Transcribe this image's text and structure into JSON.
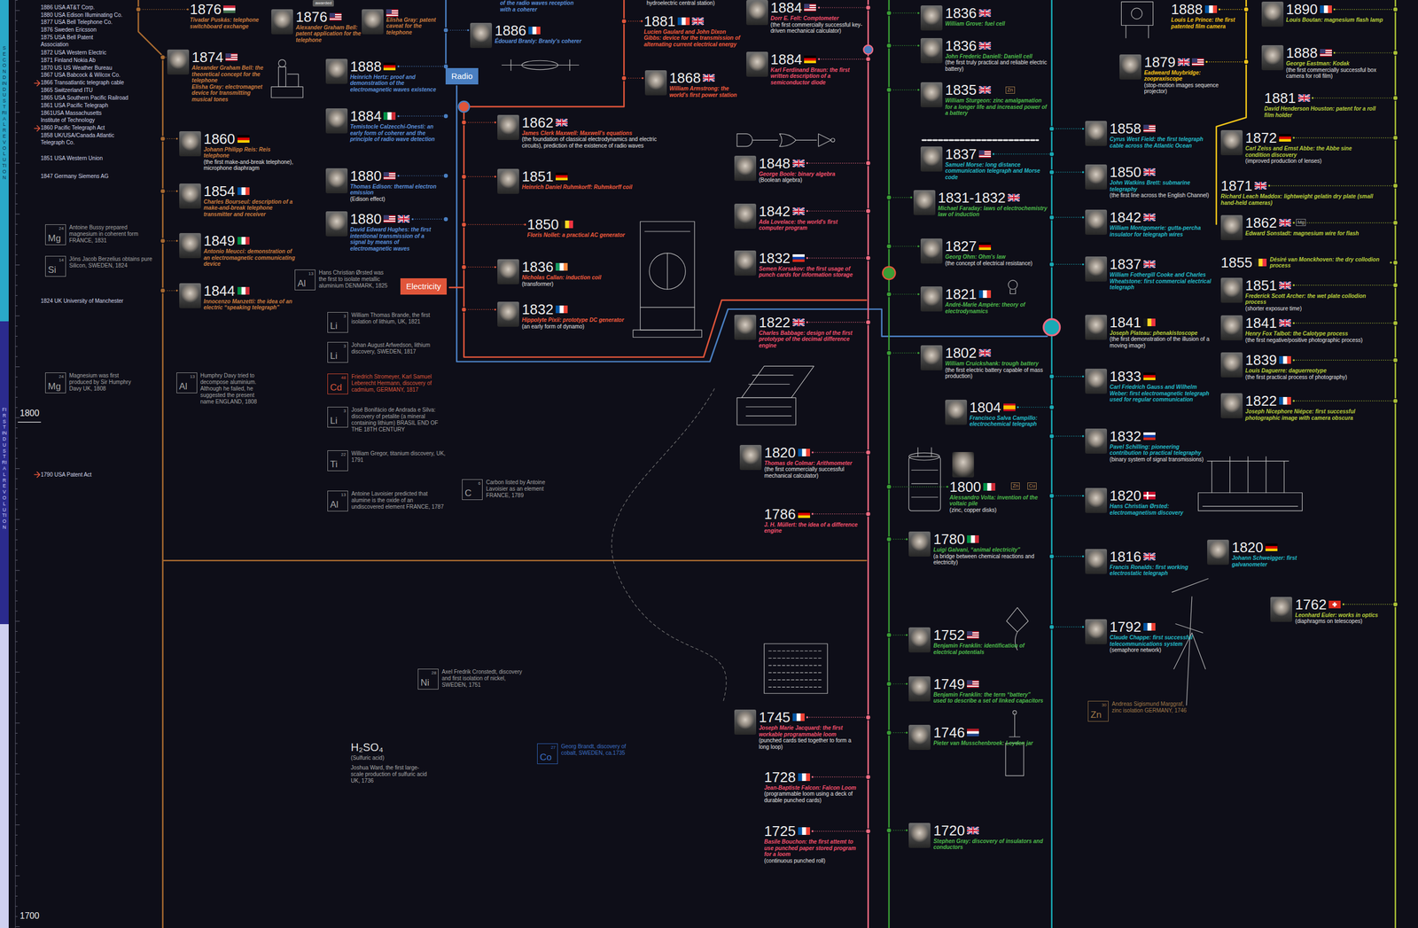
{
  "diagram": {
    "nodes": [
      {
        "text": [
          "Radio"
        ]
      },
      {
        "text": [
          "Electricity"
        ]
      },
      {
        "text": [
          "1876",
          "Tivadar Puskás: telephone switchboard exchange"
        ]
      },
      {
        "text": [
          "1876",
          "Alexander Graham Bell: patent application for the telephone"
        ]
      },
      {
        "text": [
          "Elisha Gray: patent caveat for the telephone"
        ]
      },
      {
        "text": [
          "1874",
          "Alexander Graham Bell: the theoretical concept for the telephone",
          "Elisha Gray: electromagnet device for transmitting musical tones"
        ]
      },
      {
        "text": [
          "1860",
          "Johann Philipp Reis: Reis telephone",
          "(the first make-and-break telephone), microphone diaphragm"
        ]
      },
      {
        "text": [
          "1854",
          "Charles Bourseul: description of a make-and-break telephone transmitter and receiver"
        ]
      },
      {
        "text": [
          "1849",
          "Antonio Meucci: demonstration of an electromagnetic communicating device"
        ]
      },
      {
        "text": [
          "1844",
          "Innocenzo Manzetti: the idea of an electric “speaking telegraph”"
        ]
      },
      {
        "text": [
          "1888",
          "Heinrich Hertz: proof and demonstration of the electromagnetic waves existence"
        ]
      },
      {
        "text": [
          "1884",
          "Temistocle Calzecchi-Onesti: an early form of coherer and the principle of radio wave detection"
        ]
      },
      {
        "text": [
          "1880",
          "Thomas Edison: thermal electron emission",
          "(Edison effect)"
        ]
      },
      {
        "text": [
          "1880",
          "David Edward Hughes: the first intentional transmission of a signal by means of electromagnetic waves"
        ]
      },
      {
        "text": [
          "1886",
          "Édouard Branly: Branly's coherer"
        ]
      },
      {
        "text": [
          "1881",
          "Lucien Gaulard and John Dixon Gibbs: device for the transmission of alternating current electrical energy"
        ]
      },
      {
        "text": [
          "1868",
          "William Armstrong: the world's first power station"
        ]
      },
      {
        "text": [
          "1862",
          "James Clerk Maxwell: Maxwell's equations",
          "(the foundation of classical electrodynamics and electric circuits), prediction of the existence of radio waves"
        ]
      },
      {
        "text": [
          "1851",
          "Heinrich Daniel Ruhmkorff: Ruhmkorff coil"
        ]
      },
      {
        "text": [
          "1850",
          "Floris Nollet: a practical AC generator"
        ]
      },
      {
        "text": [
          "1836",
          "Nicholas Callan: induction coil",
          "(transformer)"
        ]
      },
      {
        "text": [
          "1832",
          "Hippolyte Pixii: prototype DC generator",
          "(an early form of dynamo)"
        ]
      },
      {
        "text": [
          "1884",
          "Dorr E. Felt: Comptometer",
          "(the first commercially successful key-driven mechanical calculator)"
        ]
      },
      {
        "text": [
          "1884",
          "Karl Ferdinand Braun: the first written description of a semiconductor diode"
        ]
      },
      {
        "text": [
          "1848",
          "George Boole: binary algebra",
          "(Boolean algebra)"
        ]
      },
      {
        "text": [
          "1842",
          "Ada Lovelace: the world's first computer program"
        ]
      },
      {
        "text": [
          "1832",
          "Semen Korsakov: the first usage of punch cards for information storage"
        ]
      },
      {
        "text": [
          "1822",
          "Charles Babbage: design of the first prototype of the decimal difference engine"
        ]
      },
      {
        "text": [
          "1820",
          "Thomas de Colmar: Arithmometer",
          "(the first commercially successful mechanical calculator)"
        ]
      },
      {
        "text": [
          "1786",
          "J. H. Müllert: the idea of a difference engine"
        ]
      },
      {
        "text": [
          "1745",
          "Joseph Marie Jacquard: the first workable programmable loom",
          "(punched cards tied together to form a long loop)"
        ]
      },
      {
        "text": [
          "1728",
          "Jean-Baptiste Falcon: Falcon Loom",
          "(programmable loom using a deck of durable punched cards)"
        ]
      },
      {
        "text": [
          "1725",
          "Basile Bouchon: the first attemt to use punched paper stored program for a loom",
          "(continuous punched roll)"
        ]
      },
      {
        "text": [
          "1836",
          "William Grove: fuel cell"
        ]
      },
      {
        "text": [
          "1836",
          "John Frederic Daniell: Daniell cell",
          "(the first truly practical and reliable electric battery)"
        ]
      },
      {
        "text": [
          "1835",
          "William Sturgeon: zinc amalgamation for a longer life and increased power of a battery"
        ]
      },
      {
        "text": [
          "1837",
          "Samuel Morse: long distance communication telegraph and Morse code"
        ]
      },
      {
        "text": [
          "1831-1832",
          "Michael Faraday: laws of electrochemistry law of induction"
        ]
      },
      {
        "text": [
          "1827",
          "Georg Ohm: Ohm's law",
          "(the concept of electrical resistance)"
        ]
      },
      {
        "text": [
          "1821",
          "André-Marie Ampère: theory of electrodynamics"
        ]
      },
      {
        "text": [
          "1802",
          "William Cruickshank: trough battery",
          "(the first electric battery capable of mass production)"
        ]
      },
      {
        "text": [
          "1804",
          "Francisco Salva Campillo: electrochemical telegraph"
        ]
      },
      {
        "text": [
          "1800",
          "Alessandro Volta: invention of the voltaic pile",
          "(zinc, copper disks)"
        ]
      },
      {
        "text": [
          "1780",
          "Luigi Galvani, “animal electricity”",
          "(a bridge between chemical reactions and electricity)"
        ]
      },
      {
        "text": [
          "1752",
          "Benjamin Franklin: identification of electrical potentials"
        ]
      },
      {
        "text": [
          "1749",
          "Benjamin Franklin: the term “battery” used to describe a set of linked capacitors"
        ]
      },
      {
        "text": [
          "1746",
          "Pieter van Musschenbroek: Leyden jar"
        ]
      },
      {
        "text": [
          "1720",
          "Stephen Gray: discovery of insulators and conductors"
        ]
      },
      {
        "text": [
          "1858",
          "Cyrus West Field: the first telegraph cable across the Atlantic Ocean"
        ]
      },
      {
        "text": [
          "1850",
          "John Watkins Brett: submarine telegraphy",
          "(the first line across the English Channel)"
        ]
      },
      {
        "text": [
          "1842",
          "William Montgomerie: gutta-percha insulator for telegraph wires"
        ]
      },
      {
        "text": [
          "1837",
          "William Fothergill Cooke and Charles Wheatstone: first commercial electrical telegraph"
        ]
      },
      {
        "text": [
          "1841",
          "Joseph Plateau: phenakistoscope",
          "(the first demonstration of the illusion of a moving image)"
        ]
      },
      {
        "text": [
          "1833",
          "Carl Friedrich Gauss and Wilhelm Weber: first electromagnetic telegraph used for regular communication"
        ]
      },
      {
        "text": [
          "1832",
          "Pavel Schilling: pioneering contribution to practical telegraphy",
          "(binary system of signal transmissions)"
        ]
      },
      {
        "text": [
          "1820",
          "Hans Christian Ørsted: electromagnetism discovery"
        ]
      },
      {
        "text": [
          "1816",
          "Francis Ronalds: first working electrostatic telegraph"
        ]
      },
      {
        "text": [
          "1792",
          "Claude Chappe: first successful telecommunications system",
          "(semaphore network)"
        ]
      },
      {
        "text": [
          "1888",
          "Louis Le Prince: the first patented film camera"
        ]
      },
      {
        "text": [
          "1879",
          "Eadweard Muybridge: zoopraxiscope",
          "(stop-motion images sequence projector)"
        ]
      },
      {
        "text": [
          "1890",
          "Louis Boutan: magnesium flash lamp"
        ]
      },
      {
        "text": [
          "1888",
          "George Eastman: Kodak",
          "(the first commercially successful box camera for roll film)"
        ]
      },
      {
        "text": [
          "1881",
          "David Henderson Houston: patent for a roll film holder"
        ]
      },
      {
        "text": [
          "1872",
          "Carl Zeiss and Ernst Abbe: the Abbe sine condition discovery",
          "(improved production of lenses)"
        ]
      },
      {
        "text": [
          "1871",
          "Richard Leach Maddox: lightweight gelatin dry plate (small hand-held cameras)"
        ]
      },
      {
        "text": [
          "1862",
          "Edward Sonstadt: magnesium wire for flash"
        ]
      },
      {
        "text": [
          "1855",
          "Désiré van Monckhoven: the dry collodion process"
        ]
      },
      {
        "text": [
          "1851",
          "Frederick Scott Archer: the wet plate collodion process",
          "(shorter exposure time)"
        ]
      },
      {
        "text": [
          "1841",
          "Henry Fox Talbot: the Calotype process",
          "(the first negative/positive photographic process)"
        ]
      },
      {
        "text": [
          "1839",
          "Louis Daguerre: daguerreotype",
          "(the first practical process of photography)"
        ]
      },
      {
        "text": [
          "1822",
          "Joseph Nicephore Niépce: first successful photographic image with camera obscura"
        ]
      },
      {
        "text": [
          "1820",
          "Johann Schweigger: first galvanometer"
        ]
      },
      {
        "text": [
          "1762",
          "Leonhard Euler: works in optics",
          "(diaphragms on telescopes)"
        ]
      },
      {
        "text": [
          "24",
          "Mg",
          "Antoine Bussy prepared magnesium in coherent form FRANCE, 1831"
        ]
      },
      {
        "text": [
          "14",
          "Si",
          "Jöns Jacob Berzelius obtains pure Silicon, SWEDEN, 1824"
        ]
      },
      {
        "text": [
          "24",
          "Mg",
          "Magnesium was first produced by Sir Humphry Davy UK, 1808"
        ]
      },
      {
        "text": [
          "13",
          "Al",
          "Humphry Davy tried to decompose aluminium. Although he failed, he suggested the present name ENGLAND, 1808"
        ]
      },
      {
        "text": [
          "13",
          "Al",
          "Hans Christian Ørsted was the first to isolate metallic aluminium DENMARK, 1825"
        ]
      },
      {
        "text": [
          "3",
          "Li",
          "William Thomas Brande, the first isolation of lithium, UK, 1821"
        ]
      },
      {
        "text": [
          "3",
          "Li",
          "Johan August Arfwedson, lithium discovery, SWEDEN, 1817"
        ]
      },
      {
        "text": [
          "48",
          "Cd",
          "Friedrich Stromeyer, Karl Samuel Leberecht Hermann, discovery of cadmium, GERMANY, 1817"
        ]
      },
      {
        "text": [
          "3",
          "Li",
          "José Bonifácio de Andrada e Silva: discovery of petalite (a mineral containing lithium) BRASIL END OF THE 18TH CENTURY"
        ]
      },
      {
        "text": [
          "22",
          "Ti",
          "William Gregor, titanium discovery, UK, 1791"
        ]
      },
      {
        "text": [
          "13",
          "Al",
          "Antoine Lavoisier predicted that alumine is the oxide of an undiscovered element FRANCE, 1787"
        ]
      },
      {
        "text": [
          "6",
          "C",
          "Carbon listed by Antoine Lavoisier as an element FRANCE, 1789"
        ]
      },
      {
        "text": [
          "28",
          "Ni",
          "Axel Fredrik Cronstedt, discovery and first isolation of nickel, SWEDEN, 1751"
        ]
      },
      {
        "text": [
          "27",
          "Co",
          "Georg Brandt, discovery of cobalt, SWEDEN, ca.1735"
        ]
      },
      {
        "text": [
          "30",
          "Zn",
          "Andreas Sigismund Marggraf, zinc isolation GERMANY, 1746"
        ]
      }
    ],
    "labels": [
      "1886 USA AT&T Corp.",
      "1880 USA Edison Illuminating Co.",
      "1877 USA Bell Telephone Co.",
      "1876 Sweden Ericsson",
      "1875 USA Bell Patent Association",
      "1872 USA Western Electric",
      "1871 Finland Nokia Ab",
      "1870 US US Weather Bureau",
      "1867 USA Babcock & Wilcox Co.",
      "1866 Transatlantic telegraph cable",
      "1865 Switzerland ITU",
      "1865 USA Southern Pacific Railroad",
      "1861 USA Pacific Telegraph",
      "1861USA Massachusetts Institute of Technology",
      "1860 Pacific Telegraph Act",
      "1858 UK/USA/Canada Atlantic Telegraph Co.",
      "1851 USA Western Union",
      "1847 Germany Siemens AG",
      "1824 UK University of Manchester",
      "1790 USA Patent Act",
      "awarded",
      "of the radio waves reception with a coherer",
      "hydroelectric central station)",
      "Zn",
      "Zn",
      "Cu",
      "Mg",
      "H₂SO₄",
      "(Sulfuric acid)",
      "Joshua Ward, the first large-scale production of sulfuric acid UK, 1736",
      "1800",
      "1700",
      "SECOND INDUSTRIAL REVOLUTION",
      "FIRST INDUSTRIAL REVOLUTION"
    ]
  }
}
